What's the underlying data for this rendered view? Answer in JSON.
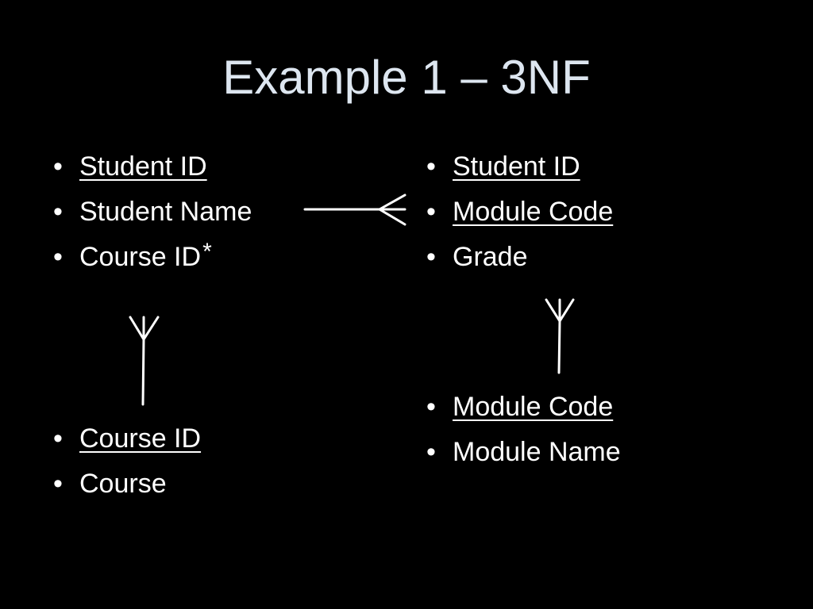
{
  "slide": {
    "title": "Example 1 – 3NF"
  },
  "bullet_glyph": "•",
  "entities": {
    "student": {
      "fields": [
        {
          "label": "Student ID",
          "key": true
        },
        {
          "label": "Student Name",
          "key": false
        },
        {
          "label": "Course ID",
          "key": false,
          "marker": "*"
        }
      ]
    },
    "enrolment": {
      "fields": [
        {
          "label": "Student ID",
          "key": true
        },
        {
          "label": "Module Code",
          "key": true
        },
        {
          "label": "Grade",
          "key": false
        }
      ]
    },
    "course": {
      "fields": [
        {
          "label": "Course ID",
          "key": true
        },
        {
          "label": "Course",
          "key": false
        }
      ]
    },
    "module": {
      "fields": [
        {
          "label": "Module Code",
          "key": true
        },
        {
          "label": "Module Name",
          "key": false
        }
      ]
    }
  },
  "relationships": [
    {
      "from": "student",
      "to": "enrolment",
      "notation": "one-to-many"
    },
    {
      "from": "course",
      "to": "student",
      "notation": "one-to-many"
    },
    {
      "from": "module",
      "to": "enrolment",
      "notation": "one-to-many"
    }
  ]
}
